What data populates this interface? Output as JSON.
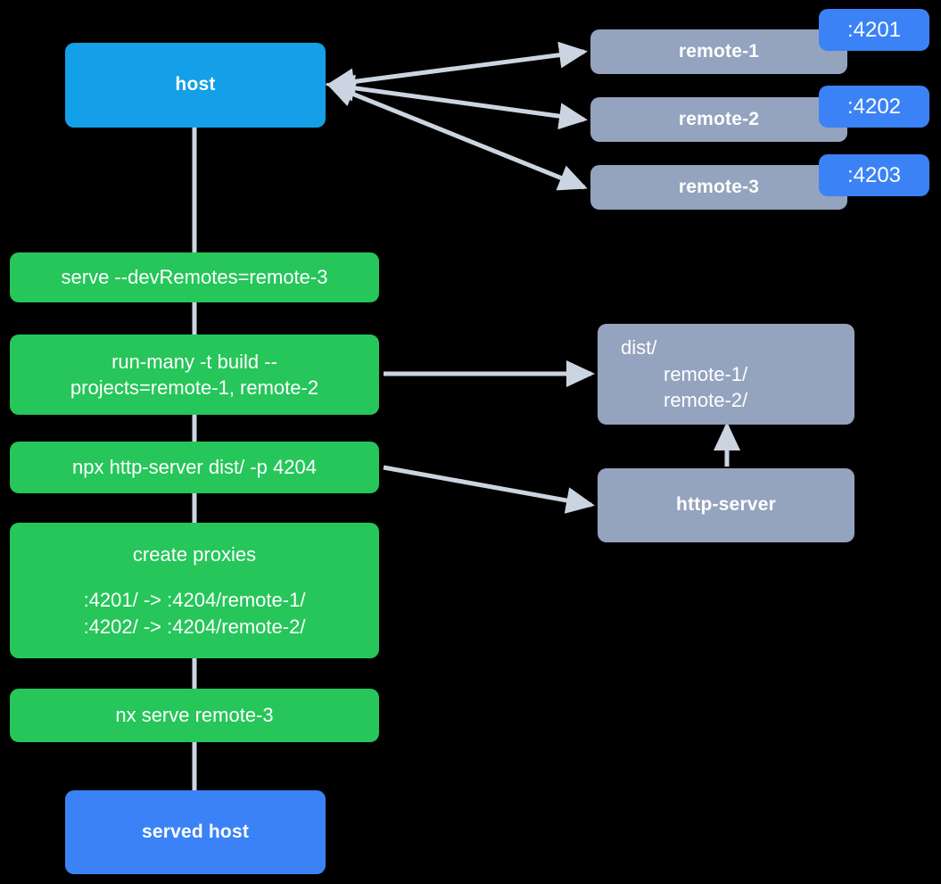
{
  "diagram": {
    "type": "flow",
    "background_color": "#000000",
    "colors": {
      "host": "#14A0E8",
      "served_host": "#3B82F6",
      "command": "#26C65A",
      "remote": "#94A3BE",
      "port_badge": "#3B82F6",
      "edge": "#CBD5E1",
      "text": "#FFFFFF"
    },
    "nodes": {
      "host": {
        "label": "host"
      },
      "remotes": [
        {
          "label": "remote-1",
          "port": ":4201"
        },
        {
          "label": "remote-2",
          "port": ":4202"
        },
        {
          "label": "remote-3",
          "port": ":4203"
        }
      ],
      "commands": [
        {
          "id": "serve-dev-remotes",
          "line1": "serve --devRemotes=remote-3"
        },
        {
          "id": "run-many-build",
          "line1": "run-many -t build --",
          "line2": "projects=remote-1, remote-2"
        },
        {
          "id": "npx-http-server",
          "line1": "npx http-server dist/ -p 4204"
        },
        {
          "id": "create-proxies",
          "line1": "create proxies",
          "line2": ":4201/ -> :4204/remote-1/",
          "line3": ":4202/ -> :4204/remote-2/"
        },
        {
          "id": "nx-serve-remote-3",
          "line1": "nx serve remote-3"
        }
      ],
      "dist": {
        "line1": "dist/",
        "line2": "remote-1/",
        "line3": "remote-2/"
      },
      "http_server": {
        "label": "http-server"
      },
      "served_host": {
        "label": "served host"
      }
    },
    "edges": [
      {
        "from": "host",
        "to": "remote-1",
        "arrow": "both"
      },
      {
        "from": "host",
        "to": "remote-2",
        "arrow": "both"
      },
      {
        "from": "host",
        "to": "remote-3",
        "arrow": "both"
      },
      {
        "from": "host",
        "to": "serve-dev-remotes",
        "arrow": "none"
      },
      {
        "from": "serve-dev-remotes",
        "to": "run-many-build",
        "arrow": "none"
      },
      {
        "from": "run-many-build",
        "to": "dist",
        "arrow": "to"
      },
      {
        "from": "run-many-build",
        "to": "npx-http-server",
        "arrow": "none"
      },
      {
        "from": "npx-http-server",
        "to": "http-server",
        "arrow": "to"
      },
      {
        "from": "npx-http-server",
        "to": "create-proxies",
        "arrow": "none"
      },
      {
        "from": "http-server",
        "to": "dist",
        "arrow": "to"
      },
      {
        "from": "create-proxies",
        "to": "nx-serve-remote-3",
        "arrow": "none"
      },
      {
        "from": "nx-serve-remote-3",
        "to": "served-host",
        "arrow": "none"
      }
    ]
  }
}
